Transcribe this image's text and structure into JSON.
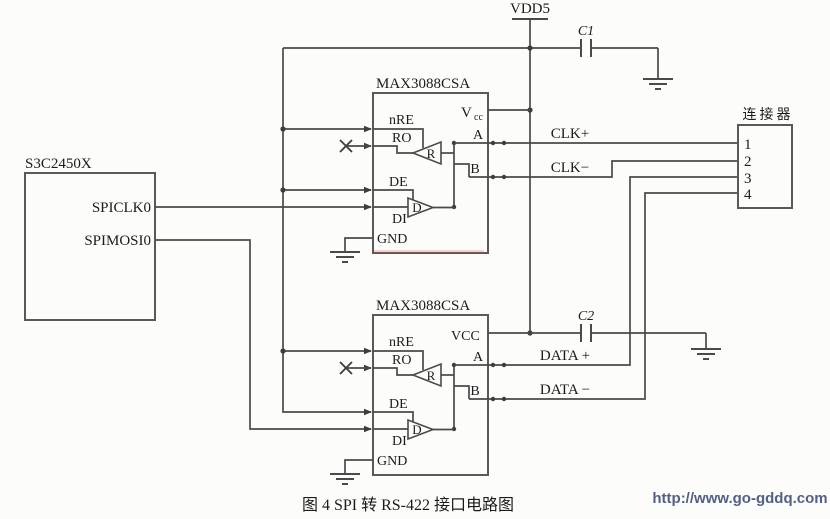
{
  "colors": {
    "wire": "#4a4a4a",
    "box_stroke": "#595959",
    "text": "#1b1b1b",
    "watermark": "#545f87",
    "background": "#fcfcfa"
  },
  "power": {
    "vdd": "VDD5",
    "c1": "C1",
    "c2": "C2"
  },
  "mcu": {
    "title": "S3C2450X",
    "pin_spiclk": "SPICLK0",
    "pin_spimosi": "SPIMOSI0"
  },
  "xcvr1": {
    "title": "MAX3088CSA",
    "nre": "nRE",
    "ro": "RO",
    "r": "R",
    "de": "DE",
    "di": "DI",
    "d": "D",
    "gnd": "GND",
    "vcc_main": "V",
    "vcc_sub": "cc",
    "a": "A",
    "b": "B"
  },
  "xcvr2": {
    "title": "MAX3088CSA",
    "nre": "nRE",
    "ro": "RO",
    "r": "R",
    "de": "DE",
    "di": "DI",
    "d": "D",
    "gnd": "GND",
    "vcc": "VCC",
    "a": "A",
    "b": "B"
  },
  "signals": {
    "clk_p": "CLK+",
    "clk_m": "CLK−",
    "data_p": "DATA +",
    "data_m": "DATA −"
  },
  "connector": {
    "title": "连接器",
    "pins": [
      "1",
      "2",
      "3",
      "4"
    ]
  },
  "caption": "图 4  SPI 转 RS-422 接口电路图",
  "watermark": "http://www.go-gddq.com"
}
